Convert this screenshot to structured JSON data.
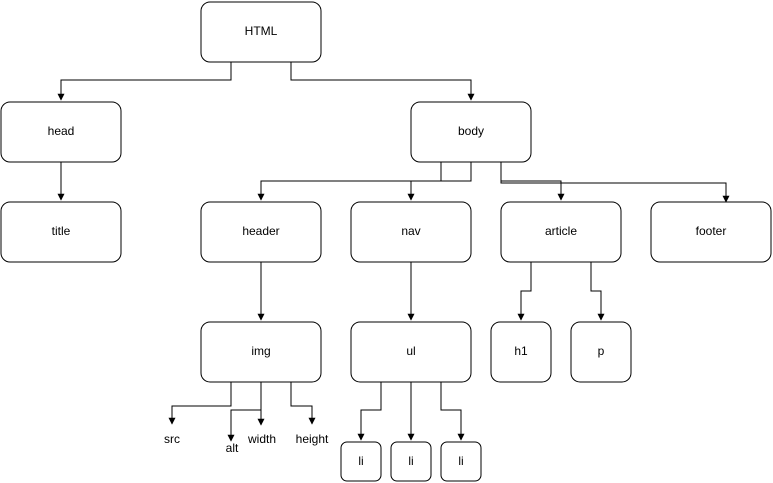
{
  "diagram": {
    "nodes": [
      {
        "id": "html",
        "label": "HTML"
      },
      {
        "id": "head",
        "label": "head"
      },
      {
        "id": "body",
        "label": "body"
      },
      {
        "id": "title",
        "label": "title"
      },
      {
        "id": "header",
        "label": "header"
      },
      {
        "id": "nav",
        "label": "nav"
      },
      {
        "id": "article",
        "label": "article"
      },
      {
        "id": "footer",
        "label": "footer"
      },
      {
        "id": "img",
        "label": "img"
      },
      {
        "id": "ul",
        "label": "ul"
      },
      {
        "id": "h1",
        "label": "h1"
      },
      {
        "id": "p",
        "label": "p"
      },
      {
        "id": "li1",
        "label": "li"
      },
      {
        "id": "li2",
        "label": "li"
      },
      {
        "id": "li3",
        "label": "li"
      }
    ],
    "attributes": [
      {
        "id": "src",
        "label": "src"
      },
      {
        "id": "alt",
        "label": "alt"
      },
      {
        "id": "width",
        "label": "width"
      },
      {
        "id": "height",
        "label": "height"
      }
    ],
    "edges": [
      {
        "from": "html",
        "to": "head"
      },
      {
        "from": "html",
        "to": "body"
      },
      {
        "from": "head",
        "to": "title"
      },
      {
        "from": "body",
        "to": "header"
      },
      {
        "from": "body",
        "to": "nav"
      },
      {
        "from": "body",
        "to": "article"
      },
      {
        "from": "body",
        "to": "footer"
      },
      {
        "from": "header",
        "to": "img"
      },
      {
        "from": "nav",
        "to": "ul"
      },
      {
        "from": "article",
        "to": "h1"
      },
      {
        "from": "article",
        "to": "p"
      },
      {
        "from": "ul",
        "to": "li1"
      },
      {
        "from": "ul",
        "to": "li2"
      },
      {
        "from": "ul",
        "to": "li3"
      },
      {
        "from": "img",
        "to": "src"
      },
      {
        "from": "img",
        "to": "alt"
      },
      {
        "from": "img",
        "to": "width"
      },
      {
        "from": "img",
        "to": "height"
      }
    ]
  }
}
